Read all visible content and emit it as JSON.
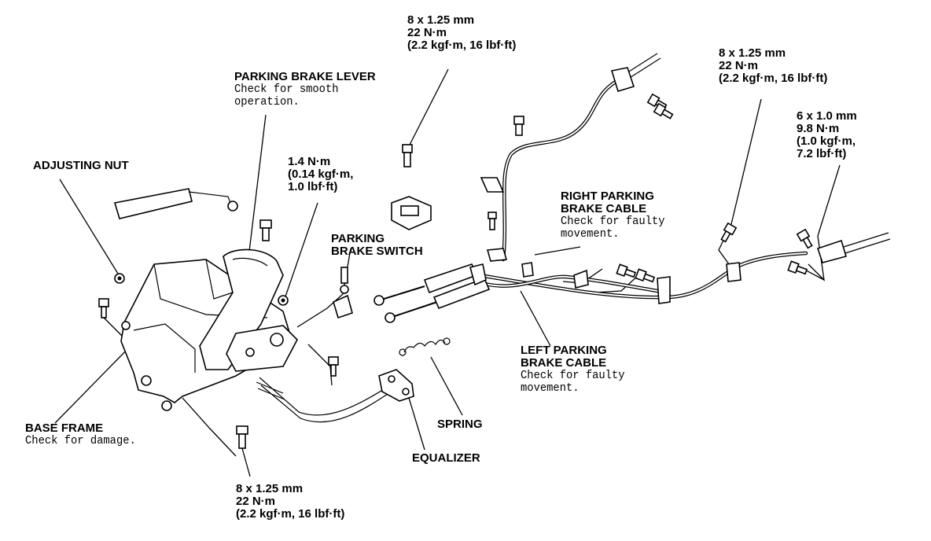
{
  "labels": {
    "torque_top": {
      "l1": "8 x 1.25 mm",
      "l2": "22 N·m",
      "l3": "(2.2 kgf·m, 16 lbf·ft)"
    },
    "torque_right": {
      "l1": "8 x 1.25 mm",
      "l2": "22 N·m",
      "l3": "(2.2 kgf·m, 16 lbf·ft)"
    },
    "torque_far_right": {
      "l1": "6 x 1.0 mm",
      "l2": "9.8 N·m",
      "l3": "(1.0 kgf·m,",
      "l4": "7.2 lbf·ft)"
    },
    "torque_bottom": {
      "l1": "8 x 1.25 mm",
      "l2": "22 N·m",
      "l3": "(2.2 kgf·m, 16 lbf·ft)"
    },
    "torque_switch": {
      "l1": "1.4 N·m",
      "l2": "(0.14 kgf·m,",
      "l3": "1.0 lbf·ft)"
    },
    "parking_brake_lever": {
      "title": "PARKING BRAKE LEVER",
      "n1": "Check for smooth",
      "n2": "operation."
    },
    "adjusting_nut": {
      "title": "ADJUSTING NUT"
    },
    "parking_brake_switch": {
      "t1": "PARKING",
      "t2": "BRAKE SWITCH"
    },
    "right_cable": {
      "t1": "RIGHT PARKING",
      "t2": "BRAKE CABLE",
      "n1": "Check for faulty",
      "n2": "movement."
    },
    "left_cable": {
      "t1": "LEFT PARKING",
      "t2": "BRAKE CABLE",
      "n1": "Check for faulty",
      "n2": "movement."
    },
    "base_frame": {
      "title": "BASE FRAME",
      "n1": "Check for damage."
    },
    "spring": {
      "title": "SPRING"
    },
    "equalizer": {
      "title": "EQUALIZER"
    }
  }
}
